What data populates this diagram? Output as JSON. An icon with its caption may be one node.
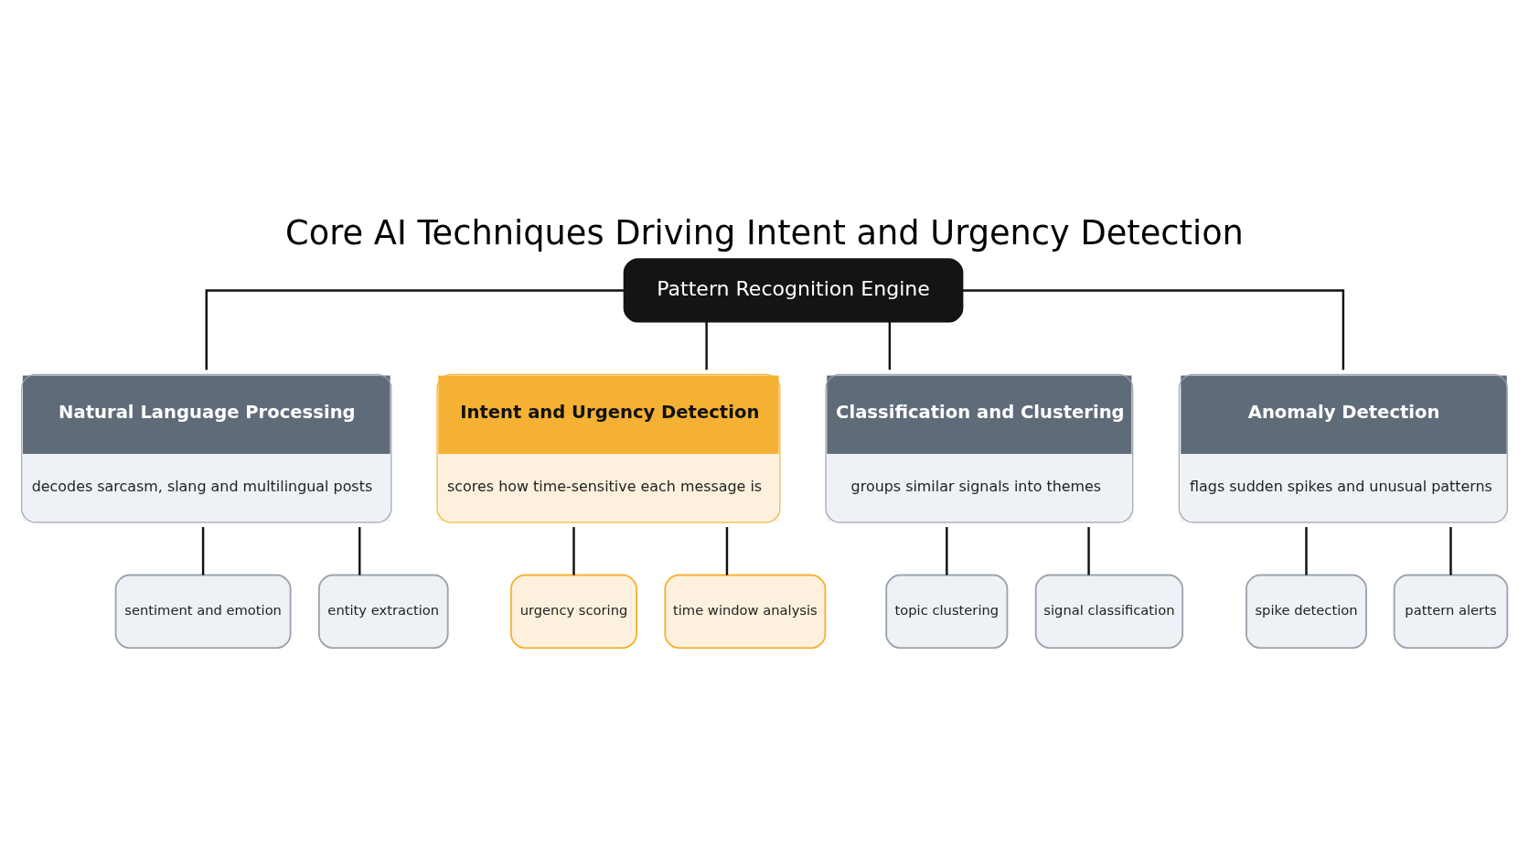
{
  "diagram": {
    "title": "Core AI Techniques Driving Intent and Urgency Detection",
    "nodes": [
      {
        "text": [
          "Pattern Recognition Engine"
        ]
      },
      {
        "text": [
          "Natural Language Processing",
          "decodes sarcasm, slang and multilingual posts"
        ]
      },
      {
        "text": [
          "Intent and Urgency Detection",
          "scores how time-sensitive each message is"
        ]
      },
      {
        "text": [
          "Classification and Clustering",
          "groups similar signals into themes"
        ]
      },
      {
        "text": [
          "Anomaly Detection",
          "flags sudden spikes and unusual patterns"
        ]
      },
      {
        "text": [
          "sentiment and emotion"
        ]
      },
      {
        "text": [
          "entity extraction"
        ]
      },
      {
        "text": [
          "urgency scoring"
        ]
      },
      {
        "text": [
          "time window analysis"
        ]
      },
      {
        "text": [
          "topic clustering"
        ]
      },
      {
        "text": [
          "signal classification"
        ]
      },
      {
        "text": [
          "spike detection"
        ]
      },
      {
        "text": [
          "pattern alerts"
        ]
      }
    ],
    "edges": [
      {
        "from": 0,
        "to": 1,
        "arrow": "none"
      },
      {
        "from": 0,
        "to": 2,
        "arrow": "none"
      },
      {
        "from": 0,
        "to": 3,
        "arrow": "none"
      },
      {
        "from": 0,
        "to": 4,
        "arrow": "none"
      },
      {
        "from": 1,
        "to": 5,
        "arrow": "none"
      },
      {
        "from": 1,
        "to": 6,
        "arrow": "none"
      },
      {
        "from": 2,
        "to": 7,
        "arrow": "none"
      },
      {
        "from": 2,
        "to": 8,
        "arrow": "none"
      },
      {
        "from": 3,
        "to": 9,
        "arrow": "none"
      },
      {
        "from": 3,
        "to": 10,
        "arrow": "none"
      },
      {
        "from": 4,
        "to": 11,
        "arrow": "none"
      },
      {
        "from": 4,
        "to": 12,
        "arrow": "none"
      }
    ]
  }
}
